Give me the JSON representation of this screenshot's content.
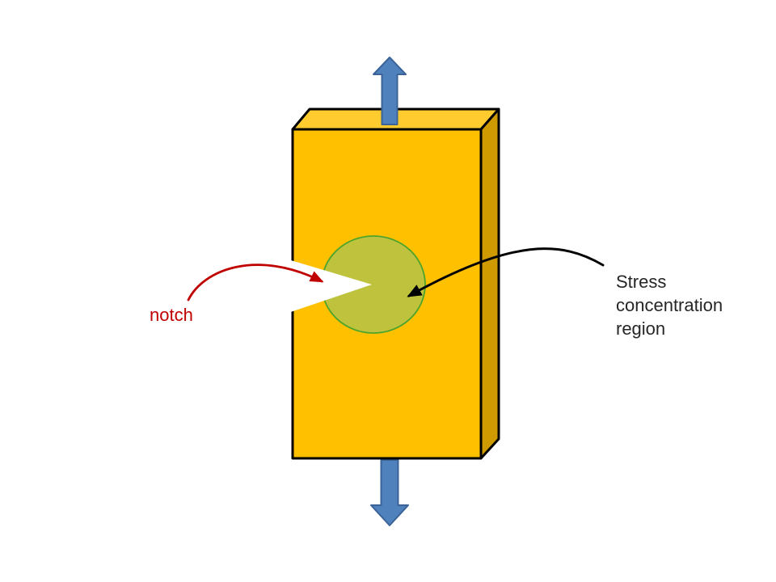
{
  "diagram": {
    "description_labels": {
      "notch": "notch",
      "stress_line1": "Stress",
      "stress_line2": "concentration",
      "stress_line3": "region"
    },
    "colors": {
      "background": "#FFFFFF",
      "block_front": "#FFC000",
      "block_top": "#FFCB2F",
      "block_side": "#CE9A00",
      "block_outline": "#000000",
      "circle_fill": "#BEC23C",
      "circle_stroke": "#4CA42C",
      "notch_fill": "#FFFFFF",
      "tension_arrow_fill": "#4F81BD",
      "tension_arrow_stroke": "#3B6398",
      "notch_label": "#C00000",
      "notch_arrow": "#C00000",
      "stress_label": "#262626",
      "stress_arrow": "#000000"
    }
  }
}
